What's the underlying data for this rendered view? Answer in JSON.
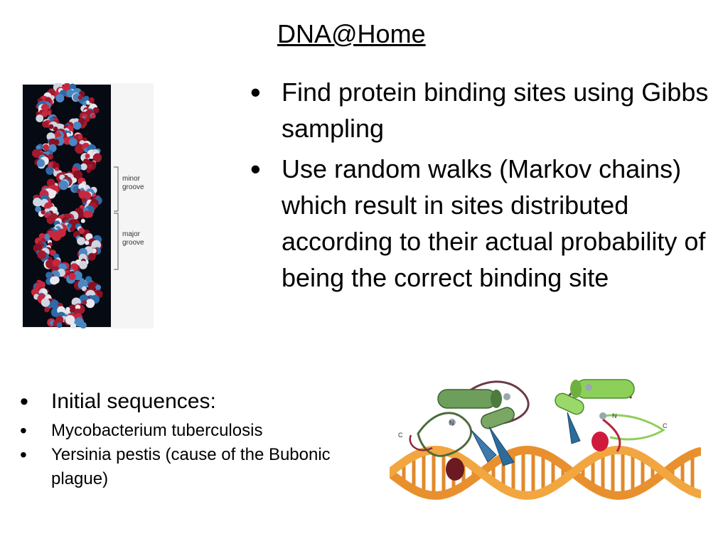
{
  "slide": {
    "title": "DNA@Home",
    "main_bullets": [
      {
        "text": "Find protein binding sites using Gibbs sampling"
      },
      {
        "text": "Use random walks (Markov chains) which result in sites distributed according to their actual probability of being the correct binding site"
      }
    ],
    "secondary_bullets": [
      {
        "text": "Initial sequences:",
        "size": "large"
      },
      {
        "text": "Mycobacterium tuberculosis",
        "size": "small"
      },
      {
        "text": "Yersinia pestis (cause of the Bubonic plague)",
        "size": "small"
      }
    ],
    "bullet_glyph": "•"
  },
  "dna_figure": {
    "labels": {
      "minor": "minor\ngroove",
      "major": "major\ngroove"
    },
    "minor_line1": "minor",
    "minor_line2": "groove",
    "major_line1": "major",
    "major_line2": "groove"
  },
  "protein_figure": {
    "terminal_labels": {
      "left_c": "C",
      "left_n": "N",
      "right_n": "N",
      "right_c": "C"
    }
  }
}
